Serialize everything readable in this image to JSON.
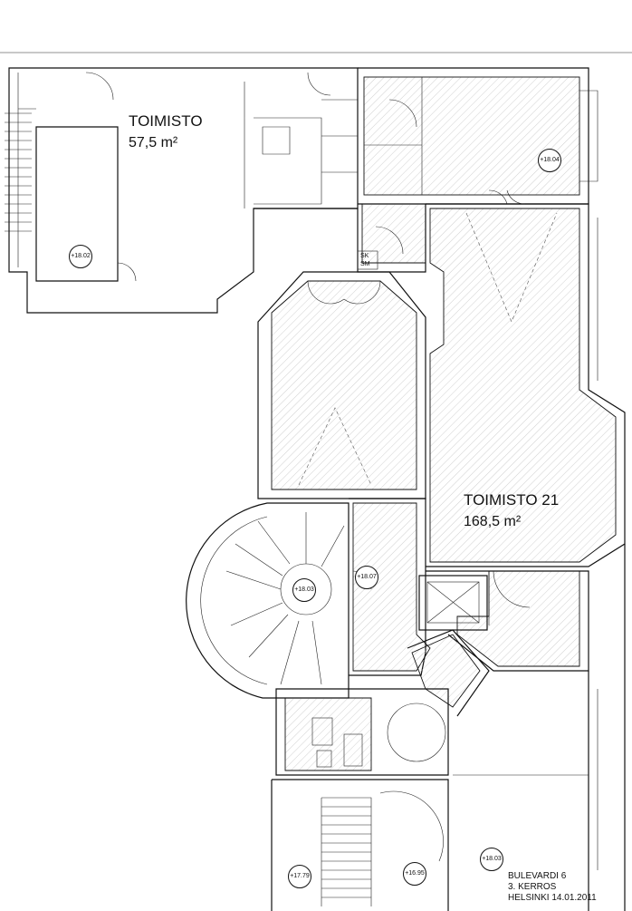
{
  "rooms": {
    "toimisto": {
      "name": "TOIMISTO",
      "area": "57,5 m²"
    },
    "toimisto21": {
      "name": "TOIMISTO 21",
      "area": "168,5 m²"
    }
  },
  "elevations": {
    "e1802": "+18.02",
    "e1804": "+18.04",
    "e1803_stair": "+18.03",
    "e1807": "+18.07",
    "e1779": "+17.79",
    "e1695": "+16.95",
    "e1803_corner": "+18.03"
  },
  "shaft_label": {
    "line1": "SK",
    "line2": "SM"
  },
  "info_block": {
    "line1": "BULEVARDI 6",
    "line2": "3. KERROS",
    "line3": "HELSINKI 14.01.2011"
  }
}
